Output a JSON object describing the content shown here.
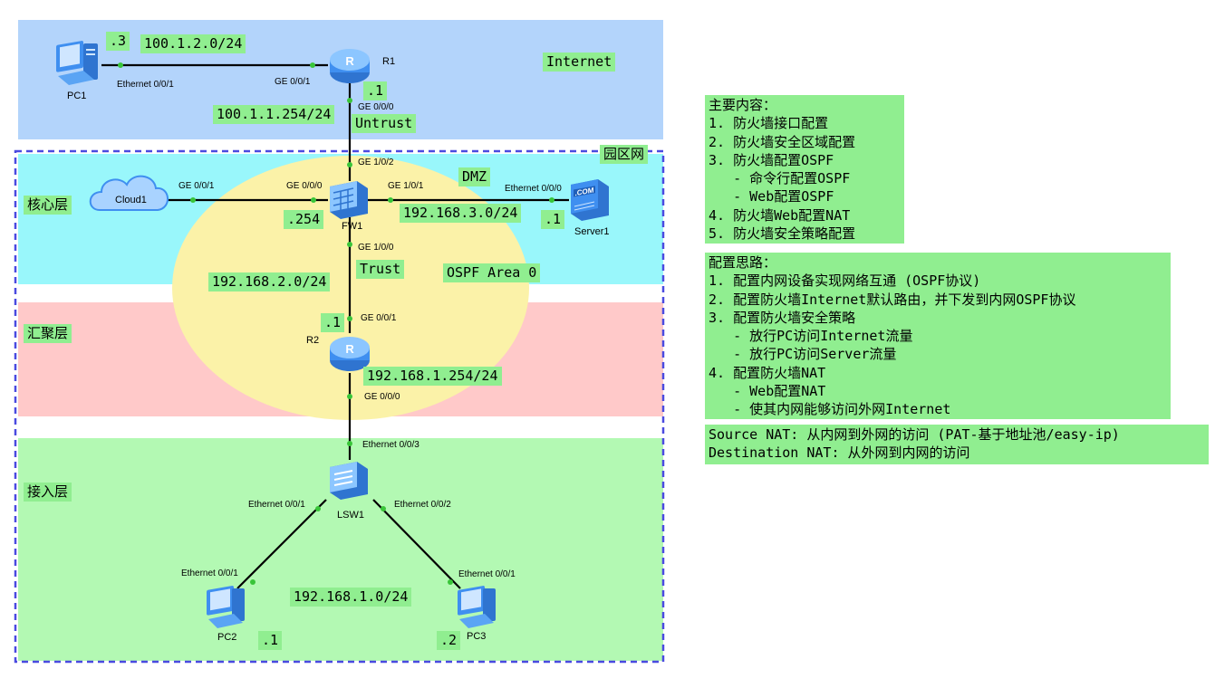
{
  "zones": {
    "internet": "Internet",
    "campus": "园区网",
    "core": "核心层",
    "aggregation": "汇聚层",
    "access": "接入层"
  },
  "devices": {
    "pc1": "PC1",
    "r1": "R1",
    "cloud1": "Cloud1",
    "fw1": "FW1",
    "server1": "Server1",
    "r2": "R2",
    "lsw1": "LSW1",
    "pc2": "PC2",
    "pc3": "PC3",
    "com_badge": ".COM"
  },
  "ports": {
    "pc1_eth": "Ethernet 0/0/1",
    "r1_ge001": "GE 0/0/1",
    "r1_ge000": "GE 0/0/0",
    "fw_ge102": "GE 1/0/2",
    "cloud_ge001": "GE 0/0/1",
    "fw_ge000": "GE 0/0/0",
    "fw_ge101": "GE 1/0/1",
    "server_eth": "Ethernet 0/0/0",
    "fw_ge100": "GE 1/0/0",
    "r2_ge001": "GE 0/0/1",
    "r2_ge000": "GE 0/0/0",
    "lsw_eth003": "Ethernet 0/0/3",
    "lsw_eth001": "Ethernet 0/0/1",
    "lsw_eth002": "Ethernet 0/0/2",
    "pc2_eth": "Ethernet 0/0/1",
    "pc3_eth": "Ethernet 0/0/1"
  },
  "labels": {
    "pc1_ip": ".3",
    "net_100_1_2": "100.1.2.0/24",
    "r1_ip": ".1",
    "net_100_1_1": "100.1.1.254/24",
    "untrust": "Untrust",
    "dmz": "DMZ",
    "fw_ip": ".254",
    "net_192_168_3": "192.168.3.0/24",
    "server_ip": ".1",
    "trust": "Trust",
    "ospf_area": "OSPF Area 0",
    "net_192_168_2": "192.168.2.0/24",
    "r2_ip": ".1",
    "net_192_168_1_254": "192.168.1.254/24",
    "net_192_168_1": "192.168.1.0/24",
    "pc2_ip": ".1",
    "pc3_ip": ".2"
  },
  "notes": {
    "main_content": [
      "主要内容：",
      "1. 防火墙接口配置",
      "2. 防火墙安全区域配置",
      "3. 防火墙配置OSPF",
      "   - 命令行配置OSPF",
      "   - Web配置OSPF",
      "4. 防火墙Web配置NAT",
      "5. 防火墙安全策略配置"
    ],
    "approach": [
      "配置思路：",
      "1. 配置内网设备实现网络互通 (OSPF协议)",
      "2. 配置防火墙Internet默认路由，并下发到内网OSPF协议",
      "3. 配置防火墙安全策略",
      "   - 放行PC访问Internet流量",
      "   - 放行PC访问Server流量",
      "4. 配置防火墙NAT",
      "   - Web配置NAT",
      "   - 使其内网能够访问外网Internet"
    ],
    "nat": [
      "Source NAT: 从内网到外网的访问 (PAT-基于地址池/easy-ip)",
      "Destination NAT: 从外网到内网的访问"
    ]
  },
  "colors": {
    "internet_zone": "#b3d4fb",
    "core_zone": "#99f7fb",
    "aggregation_zone": "#ffc9c9",
    "access_zone": "#b3f9b3",
    "ospf_ellipse": "#fbf2a8",
    "label_green": "#90ee90",
    "campus_border": "#4a4ae0",
    "device_blue": "#3f8ff0"
  }
}
